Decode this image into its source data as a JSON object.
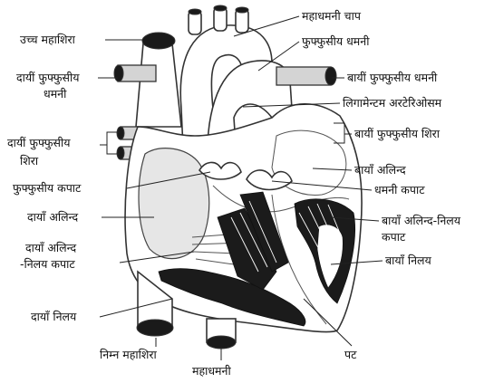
{
  "labels": {
    "aortic_arch": "महाधमनी चाप",
    "superior_vena_cava": "उच्च महाशिरा",
    "pulmonary_artery": "फुफ्फुसीय धमनी",
    "right_pulmonary_artery_1": "दायीं फुफ्फुसीय",
    "right_pulmonary_artery_2": "धमनी",
    "left_pulmonary_artery": "बायीं फुफ्फुसीय धमनी",
    "ligamentum_arteriosum": "लिगामेन्टम अरटेरिओसम",
    "right_pulmonary_vein_1": "दायीं फुफ्फुसीय",
    "right_pulmonary_vein_2": "शिरा",
    "left_pulmonary_vein": "बायीं फुफ्फुसीय शिरा",
    "left_atrium": "बायाँ अलिन्द",
    "pulmonary_valve": "फुफ्फुसीय कपाट",
    "aortic_valve": "धमनी कपाट",
    "right_atrium": "दायाँ अलिन्द",
    "left_av_valve_1": "बायाँ अलिन्द-निलय",
    "left_av_valve_2": "कपाट",
    "right_av_valve_1": "दायाँ अलिन्द",
    "right_av_valve_2": "-निलय कपाट",
    "left_ventricle": "बायाँ निलय",
    "right_ventricle": "दायाँ निलय",
    "inferior_vena_cava": "निम्न महाशिरा",
    "septum": "पट",
    "aorta": "महाधमनी"
  }
}
